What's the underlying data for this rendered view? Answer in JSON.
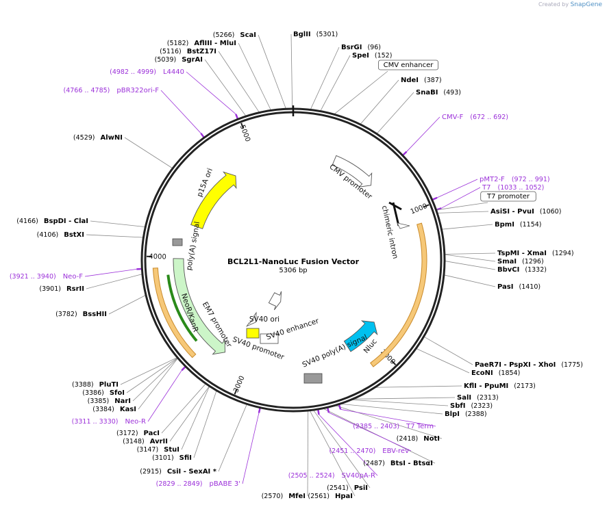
{
  "brand": {
    "created_by": "Created by ",
    "app": "SnapGene"
  },
  "plasmid": {
    "name": "BCL2L1-NanoLuc Fusion Vector",
    "length_label": "5306 bp",
    "length_bp": 5306
  },
  "colors": {
    "backbone": "#222222",
    "primer": "#9b30d9",
    "ori": "#ffff00",
    "nluc": "#00c0ef",
    "neo": "#ccf5c8",
    "highlight": "#f6c878",
    "terminator": "#999999"
  },
  "enzymes": [
    {
      "name": "BglII",
      "pos": "5301",
      "bp": 5301
    },
    {
      "name": "BsrGI",
      "pos": "96",
      "bp": 96
    },
    {
      "name": "SpeI",
      "pos": "152",
      "bp": 152
    },
    {
      "name": "NdeI",
      "pos": "387",
      "bp": 387
    },
    {
      "name": "SnaBI",
      "pos": "493",
      "bp": 493
    },
    {
      "name": "AsiSI - PvuI",
      "pos": "1060",
      "bp": 1060
    },
    {
      "name": "BpmI",
      "pos": "1154",
      "bp": 1154
    },
    {
      "name": "TspMI - XmaI",
      "pos": "1294",
      "bp": 1294
    },
    {
      "name": "SmaI",
      "pos": "1296",
      "bp": 1296
    },
    {
      "name": "BbvCI",
      "pos": "1332",
      "bp": 1332
    },
    {
      "name": "PasI",
      "pos": "1410",
      "bp": 1410
    },
    {
      "name": "PaeR7I - PspXI - XhoI",
      "pos": "1775",
      "bp": 1775
    },
    {
      "name": "EcoNI",
      "pos": "1854",
      "bp": 1854
    },
    {
      "name": "KflI - PpuMI",
      "pos": "2173",
      "bp": 2173
    },
    {
      "name": "SalI",
      "pos": "2313",
      "bp": 2313
    },
    {
      "name": "SbfI",
      "pos": "2323",
      "bp": 2323
    },
    {
      "name": "BlpI",
      "pos": "2388",
      "bp": 2388
    },
    {
      "name": "NotI",
      "pos": "2418",
      "bp": 2418
    },
    {
      "name": "BtsI - BtsαI",
      "pos": "2487",
      "bp": 2487
    },
    {
      "name": "PsiI",
      "pos": "2541",
      "bp": 2541
    },
    {
      "name": "HpaI",
      "pos": "2561",
      "bp": 2561
    },
    {
      "name": "MfeI",
      "pos": "2570",
      "bp": 2570
    },
    {
      "name": "CsiI - SexAI *",
      "pos": "2915",
      "bp": 2915
    },
    {
      "name": "SfiI",
      "pos": "3101",
      "bp": 3101
    },
    {
      "name": "StuI",
      "pos": "3147",
      "bp": 3147
    },
    {
      "name": "AvrII",
      "pos": "3148",
      "bp": 3148
    },
    {
      "name": "PacI",
      "pos": "3172",
      "bp": 3172
    },
    {
      "name": "KasI",
      "pos": "3384",
      "bp": 3384
    },
    {
      "name": "NarI",
      "pos": "3385",
      "bp": 3385
    },
    {
      "name": "SfoI",
      "pos": "3386",
      "bp": 3386
    },
    {
      "name": "PluTI",
      "pos": "3388",
      "bp": 3388
    },
    {
      "name": "BssHII",
      "pos": "3782",
      "bp": 3782
    },
    {
      "name": "RsrII",
      "pos": "3901",
      "bp": 3901
    },
    {
      "name": "BstXI",
      "pos": "4106",
      "bp": 4106
    },
    {
      "name": "BspDI - ClaI",
      "pos": "4166",
      "bp": 4166
    },
    {
      "name": "AlwNI",
      "pos": "4529",
      "bp": 4529
    },
    {
      "name": "SgrAI",
      "pos": "5039",
      "bp": 5039
    },
    {
      "name": "BstZ17I",
      "pos": "5116",
      "bp": 5116
    },
    {
      "name": "AflIII - MluI",
      "pos": "5182",
      "bp": 5182
    },
    {
      "name": "ScaI",
      "pos": "5266",
      "bp": 5266
    }
  ],
  "primers": [
    {
      "name": "CMV-F",
      "range": "672 .. 692",
      "bp": 682
    },
    {
      "name": "pMT2-F",
      "range": "972 .. 991",
      "bp": 981
    },
    {
      "name": "T7",
      "range": "1033 .. 1052",
      "bp": 1042
    },
    {
      "name": "T7 Term",
      "range": "2385 .. 2403",
      "bp": 2394
    },
    {
      "name": "EBV-rev",
      "range": "2451 .. 2470",
      "bp": 2460
    },
    {
      "name": "SV40pA-R",
      "range": "2505 .. 2524",
      "bp": 2514
    },
    {
      "name": "pBABE 3'",
      "range": "2829 .. 2849",
      "bp": 2839
    },
    {
      "name": "Neo-R",
      "range": "3311 .. 3330",
      "bp": 3320
    },
    {
      "name": "Neo-F",
      "range": "3921 .. 3940",
      "bp": 3930
    },
    {
      "name": "pBR322ori-F",
      "range": "4766 .. 4785",
      "bp": 4775
    },
    {
      "name": "L4440",
      "range": "4982 .. 4999",
      "bp": 4990
    }
  ],
  "boxed_features": [
    {
      "name": "CMV enhancer",
      "bp": 230
    },
    {
      "name": "T7 promoter",
      "bp": 1042
    }
  ],
  "features": [
    {
      "name": "CMV promoter",
      "type": "arrow",
      "start": 330,
      "end": 680
    },
    {
      "name": "chimeric intron",
      "type": "intron",
      "start": 857,
      "end": 990
    },
    {
      "name": "Nluc",
      "type": "arrow",
      "start": 1880,
      "end": 2180
    },
    {
      "name": "SV40 poly(A) signal",
      "type": "box",
      "start": 2330,
      "end": 2440
    },
    {
      "name": "SV40 ori",
      "type": "box",
      "start": 2990,
      "end": 3060
    },
    {
      "name": "SV40 enhancer",
      "type": "box",
      "start": 2990,
      "end": 3060
    },
    {
      "name": "SV40 promoter",
      "type": "arrow",
      "start": 2900,
      "end": 3090
    },
    {
      "name": "EM7 promoter",
      "type": "arrow",
      "start": 3110,
      "end": 3160
    },
    {
      "name": "NeoR/KanR",
      "type": "arrow",
      "start": 3190,
      "end": 3990
    },
    {
      "name": "poly(A) signal",
      "type": "box",
      "start": 4010,
      "end": 4060
    },
    {
      "name": "p15A ori",
      "type": "arrow",
      "start": 4260,
      "end": 4800
    }
  ],
  "ticks": [
    {
      "label": "1000",
      "bp": 1000
    },
    {
      "label": "2000",
      "bp": 2000
    },
    {
      "label": "3000",
      "bp": 3000
    },
    {
      "label": "4000",
      "bp": 4000
    },
    {
      "label": "5000",
      "bp": 5000
    }
  ]
}
